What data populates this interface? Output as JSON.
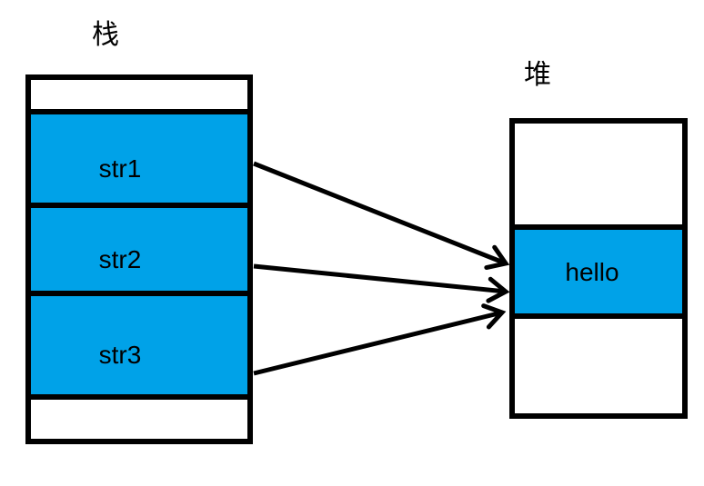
{
  "diagram": {
    "background_color": "#ffffff",
    "line_color": "#000000",
    "fill_color": "#00a2e8",
    "stack": {
      "label": "栈",
      "cells": [
        {
          "id": "stack-top-empty",
          "text": "",
          "filled": false
        },
        {
          "id": "str1",
          "text": "str1",
          "filled": true
        },
        {
          "id": "str2",
          "text": "str2",
          "filled": true
        },
        {
          "id": "str3",
          "text": "str3",
          "filled": true
        },
        {
          "id": "stack-bottom-empty",
          "text": "",
          "filled": false
        }
      ]
    },
    "heap": {
      "label": "堆",
      "cells": [
        {
          "id": "heap-top-empty",
          "text": "",
          "filled": false
        },
        {
          "id": "hello",
          "text": "hello",
          "filled": true
        },
        {
          "id": "heap-bottom-empty",
          "text": "",
          "filled": false
        }
      ]
    },
    "connections": [
      {
        "from": "str1",
        "to": "hello"
      },
      {
        "from": "str2",
        "to": "hello"
      },
      {
        "from": "str3",
        "to": "hello"
      }
    ]
  }
}
